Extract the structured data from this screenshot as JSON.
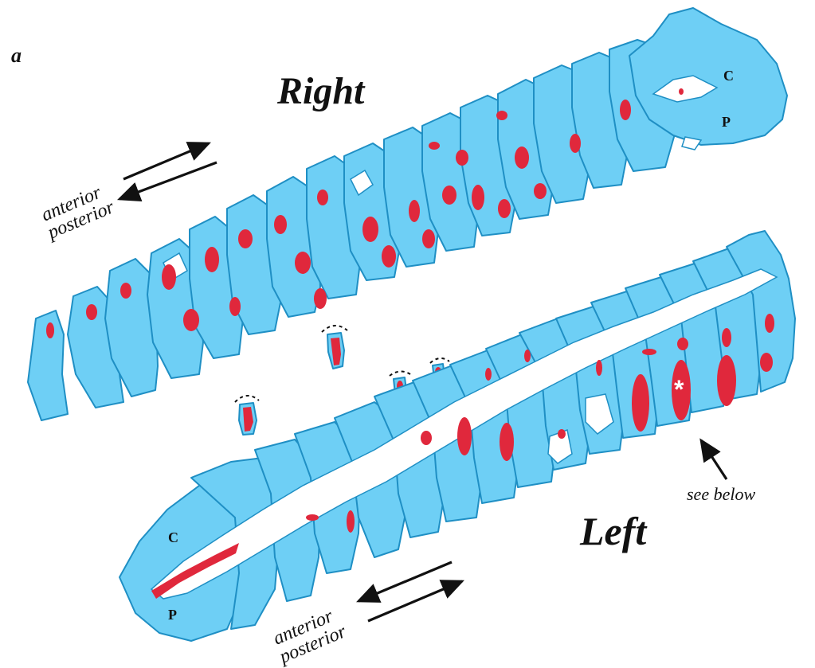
{
  "panel_label": "a",
  "right_title": "Right",
  "left_title": "Left",
  "right_direction": {
    "anterior": "anterior",
    "posterior": "posterior"
  },
  "left_direction": {
    "anterior": "anterior",
    "posterior": "posterior"
  },
  "right_end_labels": {
    "c": "C",
    "p": "P"
  },
  "left_end_labels": {
    "c": "C",
    "p": "P"
  },
  "callout": "see below",
  "asterisk": "*",
  "colors": {
    "tissue": "#6ecff5",
    "outline": "#1f8fc4",
    "lesion": "#e0283c",
    "ink": "#111111"
  }
}
